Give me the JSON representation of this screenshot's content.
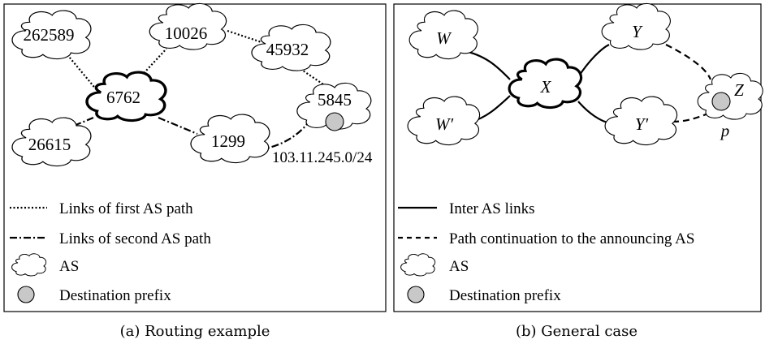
{
  "panel_a": {
    "caption": "(a) Routing example",
    "nodes": {
      "n262589": "262589",
      "n10026": "10026",
      "n45932": "45932",
      "n6762": "6762",
      "n5845": "5845",
      "n26615": "26615",
      "n1299": "1299"
    },
    "prefix_label": "103.11.245.0/24",
    "legend": {
      "first_path": "Links of first AS path",
      "second_path": "Links of second AS path",
      "as": "AS",
      "destination": "Destination prefix"
    }
  },
  "panel_b": {
    "caption": "(b) General case",
    "nodes": {
      "W": "W",
      "W_prime": "W′",
      "X": "X",
      "Y": "Y",
      "Y_prime": "Y′",
      "Z": "Z"
    },
    "prefix_label": "p",
    "legend": {
      "inter_as": "Inter AS links",
      "continuation": "Path continuation to the announcing AS",
      "as": "AS",
      "destination": "Destination prefix"
    }
  },
  "colors": {
    "prefix_fill": "#c8c8c8",
    "stroke": "#000000"
  }
}
